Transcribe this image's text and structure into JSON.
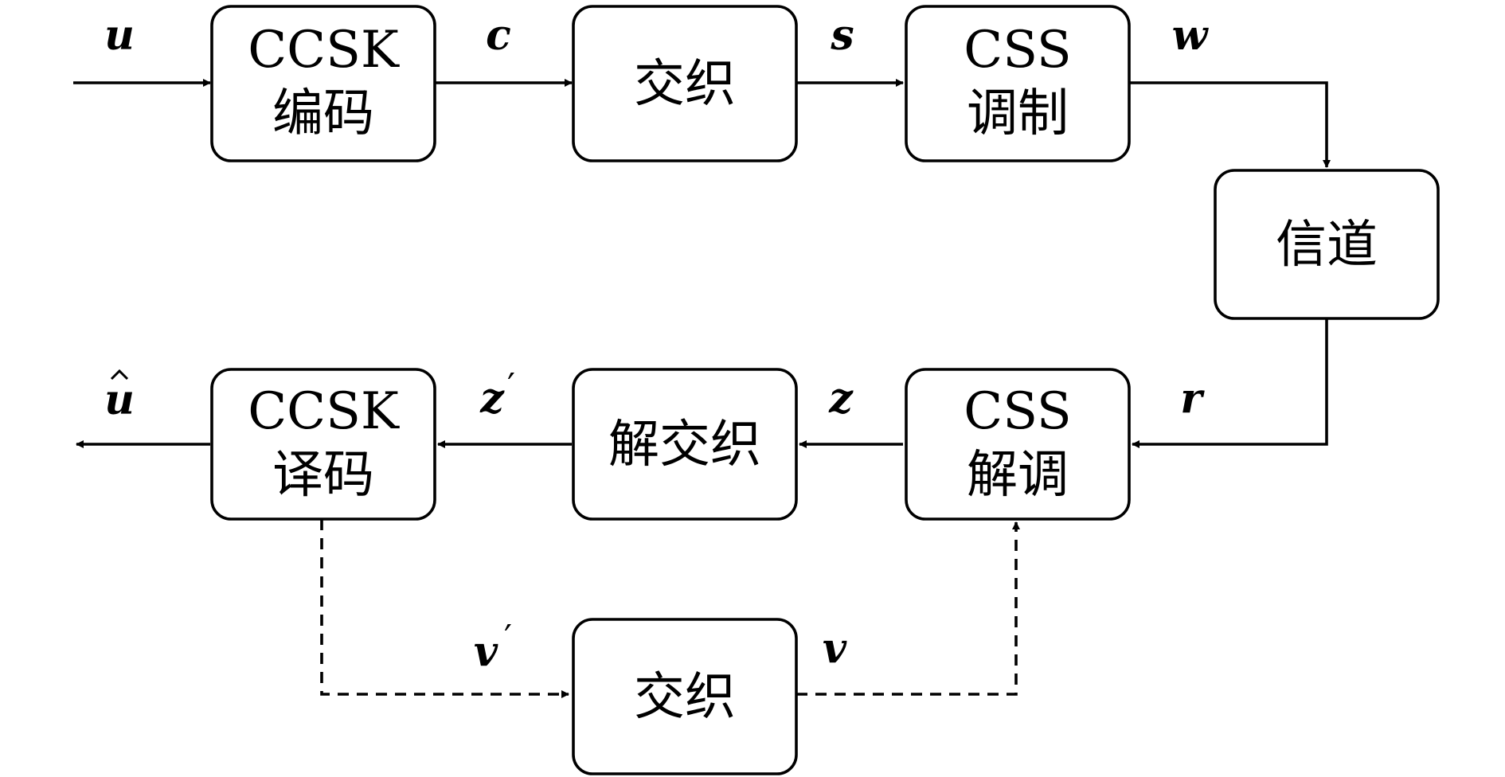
{
  "blocks": {
    "ccsk_encoder": {
      "line1": "CCSK",
      "line2": "编码"
    },
    "interleaver_top": {
      "label": "交织"
    },
    "css_modulator": {
      "line1": "CSS",
      "line2": "调制"
    },
    "channel": {
      "label": "信道"
    },
    "css_demodulator": {
      "line1": "CSS",
      "line2": "解调"
    },
    "deinterleaver": {
      "label": "解交织"
    },
    "ccsk_decoder": {
      "line1": "CCSK",
      "line2": "译码"
    },
    "interleaver_bottom": {
      "label": "交织"
    }
  },
  "signals": {
    "u": "u",
    "c": "c",
    "s": "s",
    "w": "w",
    "r": "r",
    "z": "z",
    "z_prime": "z",
    "u_hat": "u",
    "v_prime": "v",
    "v": "v",
    "prime_mark": "′"
  },
  "colors": {
    "stroke": "#000000",
    "background": "#ffffff"
  }
}
